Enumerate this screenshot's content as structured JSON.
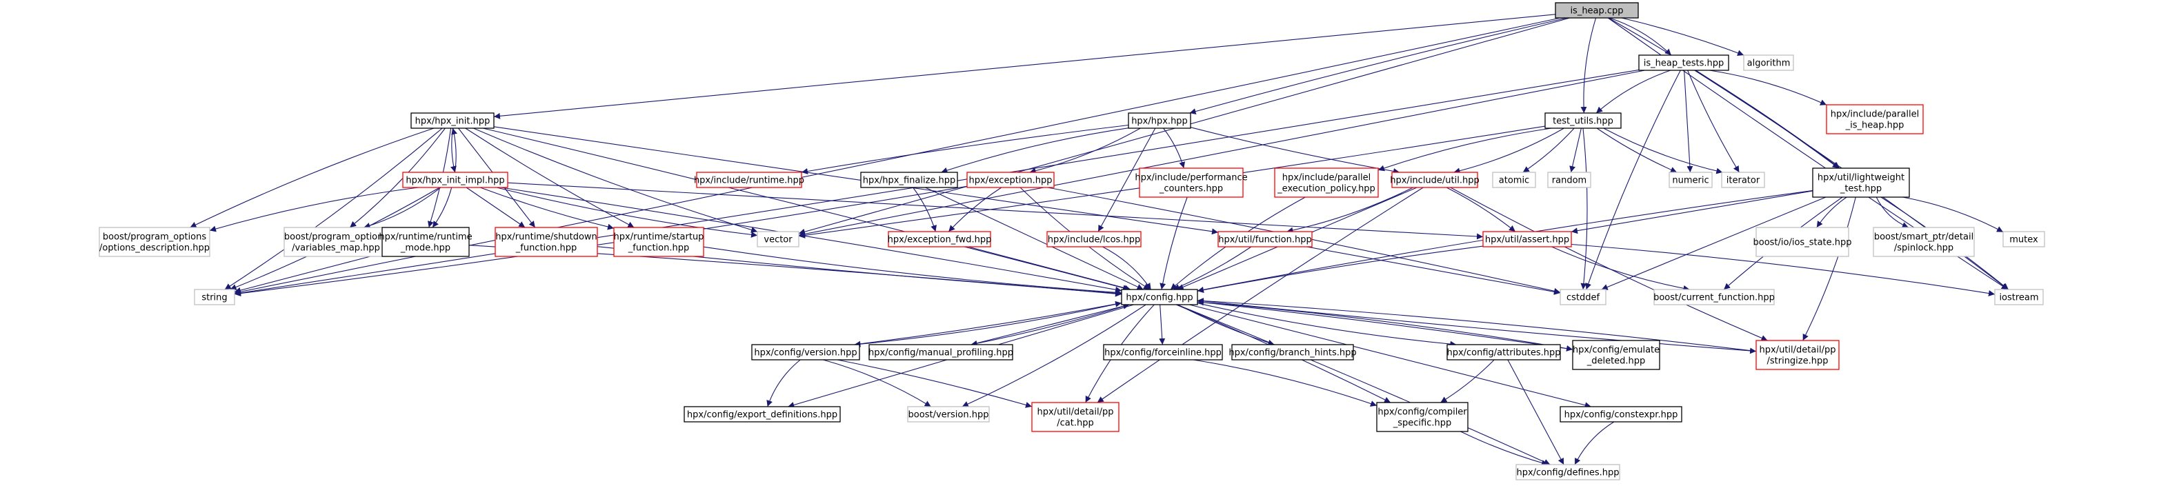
{
  "diagram": {
    "nodes": [
      {
        "id": "is_heap_cpp",
        "lines": [
          "is_heap.cpp"
        ],
        "style": "root"
      },
      {
        "id": "is_heap_tests",
        "lines": [
          "is_heap_tests.hpp"
        ],
        "style": "normal"
      },
      {
        "id": "algorithm",
        "lines": [
          "algorithm"
        ],
        "style": "gray"
      },
      {
        "id": "hpx_init",
        "lines": [
          "hpx/hpx_init.hpp"
        ],
        "style": "normal"
      },
      {
        "id": "hpx_hpx",
        "lines": [
          "hpx/hpx.hpp"
        ],
        "style": "normal"
      },
      {
        "id": "test_utils",
        "lines": [
          "test_utils.hpp"
        ],
        "style": "normal"
      },
      {
        "id": "parallel_is_heap",
        "lines": [
          "hpx/include/parallel",
          "_is_heap.hpp"
        ],
        "style": "red"
      },
      {
        "id": "lightweight_test",
        "lines": [
          "hpx/util/lightweight",
          "_test.hpp"
        ],
        "style": "normal"
      },
      {
        "id": "hpx_init_impl",
        "lines": [
          "hpx/hpx_init_impl.hpp"
        ],
        "style": "red"
      },
      {
        "id": "include_runtime",
        "lines": [
          "hpx/include/runtime.hpp"
        ],
        "style": "red"
      },
      {
        "id": "hpx_finalize",
        "lines": [
          "hpx/hpx_finalize.hpp"
        ],
        "style": "normal"
      },
      {
        "id": "exception",
        "lines": [
          "hpx/exception.hpp"
        ],
        "style": "red"
      },
      {
        "id": "perf_counters",
        "lines": [
          "hpx/include/performance",
          "_counters.hpp"
        ],
        "style": "red"
      },
      {
        "id": "exec_policy",
        "lines": [
          "hpx/include/parallel",
          "_execution_policy.hpp"
        ],
        "style": "red"
      },
      {
        "id": "include_util",
        "lines": [
          "hpx/include/util.hpp"
        ],
        "style": "red"
      },
      {
        "id": "atomic",
        "lines": [
          "atomic"
        ],
        "style": "gray"
      },
      {
        "id": "random",
        "lines": [
          "random"
        ],
        "style": "gray"
      },
      {
        "id": "numeric",
        "lines": [
          "numeric"
        ],
        "style": "gray"
      },
      {
        "id": "iterator",
        "lines": [
          "iterator"
        ],
        "style": "gray"
      },
      {
        "id": "options_description",
        "lines": [
          "boost/program_options",
          "/options_description.hpp"
        ],
        "style": "gray"
      },
      {
        "id": "variables_map",
        "lines": [
          "boost/program_options",
          "/variables_map.hpp"
        ],
        "style": "gray"
      },
      {
        "id": "runtime_mode",
        "lines": [
          "hpx/runtime/runtime",
          "_mode.hpp"
        ],
        "style": "normal"
      },
      {
        "id": "shutdown_function",
        "lines": [
          "hpx/runtime/shutdown",
          "_function.hpp"
        ],
        "style": "red"
      },
      {
        "id": "startup_function",
        "lines": [
          "hpx/runtime/startup",
          "_function.hpp"
        ],
        "style": "red"
      },
      {
        "id": "vector",
        "lines": [
          "vector"
        ],
        "style": "gray"
      },
      {
        "id": "exception_fwd",
        "lines": [
          "hpx/exception_fwd.hpp"
        ],
        "style": "red"
      },
      {
        "id": "include_lcos",
        "lines": [
          "hpx/include/lcos.hpp"
        ],
        "style": "red"
      },
      {
        "id": "util_function",
        "lines": [
          "hpx/util/function.hpp"
        ],
        "style": "red"
      },
      {
        "id": "util_assert",
        "lines": [
          "hpx/util/assert.hpp"
        ],
        "style": "red"
      },
      {
        "id": "ios_state",
        "lines": [
          "boost/io/ios_state.hpp"
        ],
        "style": "gray"
      },
      {
        "id": "spinlock",
        "lines": [
          "boost/smart_ptr/detail",
          "/spinlock.hpp"
        ],
        "style": "gray"
      },
      {
        "id": "mutex",
        "lines": [
          "mutex"
        ],
        "style": "gray"
      },
      {
        "id": "string",
        "lines": [
          "string"
        ],
        "style": "gray"
      },
      {
        "id": "config",
        "lines": [
          "hpx/config.hpp"
        ],
        "style": "normal"
      },
      {
        "id": "cstddef",
        "lines": [
          "cstddef"
        ],
        "style": "gray"
      },
      {
        "id": "current_function",
        "lines": [
          "boost/current_function.hpp"
        ],
        "style": "gray"
      },
      {
        "id": "iostream",
        "lines": [
          "iostream"
        ],
        "style": "gray"
      },
      {
        "id": "stringize",
        "lines": [
          "hpx/util/detail/pp",
          "/stringize.hpp"
        ],
        "style": "red"
      },
      {
        "id": "config_version",
        "lines": [
          "hpx/config/version.hpp"
        ],
        "style": "normal"
      },
      {
        "id": "manual_profiling",
        "lines": [
          "hpx/config/manual_profiling.hpp"
        ],
        "style": "normal"
      },
      {
        "id": "forceinline",
        "lines": [
          "hpx/config/forceinline.hpp"
        ],
        "style": "normal"
      },
      {
        "id": "branch_hints",
        "lines": [
          "hpx/config/branch_hints.hpp"
        ],
        "style": "normal"
      },
      {
        "id": "attributes",
        "lines": [
          "hpx/config/attributes.hpp"
        ],
        "style": "normal"
      },
      {
        "id": "emulate_deleted",
        "lines": [
          "hpx/config/emulate",
          "_deleted.hpp"
        ],
        "style": "normal"
      },
      {
        "id": "export_definitions",
        "lines": [
          "hpx/config/export_definitions.hpp"
        ],
        "style": "normal"
      },
      {
        "id": "boost_version",
        "lines": [
          "boost/version.hpp"
        ],
        "style": "gray"
      },
      {
        "id": "pp_cat",
        "lines": [
          "hpx/util/detail/pp",
          "/cat.hpp"
        ],
        "style": "red"
      },
      {
        "id": "compiler_specific",
        "lines": [
          "hpx/config/compiler",
          "_specific.hpp"
        ],
        "style": "normal"
      },
      {
        "id": "constexpr",
        "lines": [
          "hpx/config/constexpr.hpp"
        ],
        "style": "normal"
      },
      {
        "id": "defines",
        "lines": [
          "hpx/config/defines.hpp"
        ],
        "style": "gray"
      }
    ],
    "edges": [
      [
        "is_heap_cpp",
        "is_heap_tests"
      ],
      [
        "is_heap_cpp",
        "algorithm"
      ],
      [
        "is_heap_cpp",
        "hpx_init"
      ],
      [
        "is_heap_cpp",
        "hpx_hpx"
      ],
      [
        "is_heap_cpp",
        "test_utils"
      ],
      [
        "is_heap_cpp",
        "lightweight_test"
      ],
      [
        "is_heap_cpp",
        "string"
      ],
      [
        "is_heap_cpp",
        "vector"
      ],
      [
        "is_heap_cpp",
        "iostream"
      ],
      [
        "is_heap_tests",
        "test_utils"
      ],
      [
        "is_heap_tests",
        "parallel_is_heap"
      ],
      [
        "is_heap_tests",
        "lightweight_test"
      ],
      [
        "is_heap_tests",
        "numeric"
      ],
      [
        "is_heap_tests",
        "iterator"
      ],
      [
        "is_heap_tests",
        "cstddef"
      ],
      [
        "is_heap_tests",
        "iostream"
      ],
      [
        "is_heap_tests",
        "string"
      ],
      [
        "is_heap_tests",
        "vector"
      ],
      [
        "hpx_init",
        "hpx_init_impl"
      ],
      [
        "hpx_init",
        "options_description"
      ],
      [
        "hpx_init",
        "variables_map"
      ],
      [
        "hpx_init",
        "runtime_mode"
      ],
      [
        "hpx_init",
        "shutdown_function"
      ],
      [
        "hpx_init",
        "startup_function"
      ],
      [
        "hpx_init",
        "vector"
      ],
      [
        "hpx_init",
        "string"
      ],
      [
        "hpx_init",
        "config"
      ],
      [
        "hpx_init",
        "util_function"
      ],
      [
        "hpx_init_impl",
        "hpx_init"
      ],
      [
        "hpx_init_impl",
        "options_description"
      ],
      [
        "hpx_init_impl",
        "variables_map"
      ],
      [
        "hpx_init_impl",
        "runtime_mode"
      ],
      [
        "hpx_init_impl",
        "shutdown_function"
      ],
      [
        "hpx_init_impl",
        "startup_function"
      ],
      [
        "hpx_init_impl",
        "vector"
      ],
      [
        "hpx_init_impl",
        "string"
      ],
      [
        "hpx_init_impl",
        "config"
      ],
      [
        "hpx_init_impl",
        "util_assert"
      ],
      [
        "hpx_hpx",
        "include_runtime"
      ],
      [
        "hpx_hpx",
        "hpx_finalize"
      ],
      [
        "hpx_hpx",
        "exception"
      ],
      [
        "hpx_hpx",
        "perf_counters"
      ],
      [
        "hpx_hpx",
        "include_lcos"
      ],
      [
        "hpx_hpx",
        "include_util"
      ],
      [
        "test_utils",
        "exec_policy"
      ],
      [
        "test_utils",
        "include_util"
      ],
      [
        "test_utils",
        "atomic"
      ],
      [
        "test_utils",
        "random"
      ],
      [
        "test_utils",
        "numeric"
      ],
      [
        "test_utils",
        "iterator"
      ],
      [
        "test_utils",
        "cstddef"
      ],
      [
        "test_utils",
        "vector"
      ],
      [
        "lightweight_test",
        "util_assert"
      ],
      [
        "lightweight_test",
        "ios_state"
      ],
      [
        "lightweight_test",
        "spinlock"
      ],
      [
        "lightweight_test",
        "mutex"
      ],
      [
        "lightweight_test",
        "iostream"
      ],
      [
        "lightweight_test",
        "cstddef"
      ],
      [
        "lightweight_test",
        "current_function"
      ],
      [
        "lightweight_test",
        "config"
      ],
      [
        "lightweight_test",
        "stringize"
      ],
      [
        "hpx_finalize",
        "exception_fwd"
      ],
      [
        "hpx_finalize",
        "config"
      ],
      [
        "exception",
        "exception_fwd"
      ],
      [
        "exception",
        "config"
      ],
      [
        "exception",
        "string"
      ],
      [
        "exception",
        "cstddef"
      ],
      [
        "exception_fwd",
        "config"
      ],
      [
        "perf_counters",
        "config"
      ],
      [
        "exec_policy",
        "config"
      ],
      [
        "include_util",
        "util_function"
      ],
      [
        "include_util",
        "util_assert"
      ],
      [
        "include_util",
        "config"
      ],
      [
        "include_util",
        "pp_cat"
      ],
      [
        "include_util",
        "stringize"
      ],
      [
        "include_lcos",
        "config"
      ],
      [
        "util_function",
        "config"
      ],
      [
        "util_function",
        "cstddef"
      ],
      [
        "util_assert",
        "config"
      ],
      [
        "util_assert",
        "current_function"
      ],
      [
        "util_assert",
        "iostream"
      ],
      [
        "runtime_mode",
        "config"
      ],
      [
        "runtime_mode",
        "string"
      ],
      [
        "shutdown_function",
        "config"
      ],
      [
        "startup_function",
        "config"
      ],
      [
        "config",
        "config_version"
      ],
      [
        "config",
        "manual_profiling"
      ],
      [
        "config",
        "forceinline"
      ],
      [
        "config",
        "branch_hints"
      ],
      [
        "config",
        "attributes"
      ],
      [
        "config",
        "emulate_deleted"
      ],
      [
        "config",
        "compiler_specific"
      ],
      [
        "config",
        "constexpr"
      ],
      [
        "config",
        "stringize"
      ],
      [
        "config",
        "pp_cat"
      ],
      [
        "config",
        "boost_version"
      ],
      [
        "config",
        "defines"
      ],
      [
        "config",
        "export_definitions"
      ],
      [
        "config_version",
        "config"
      ],
      [
        "config_version",
        "export_definitions"
      ],
      [
        "config_version",
        "boost_version"
      ],
      [
        "config_version",
        "pp_cat"
      ],
      [
        "manual_profiling",
        "config"
      ],
      [
        "emulate_deleted",
        "config"
      ],
      [
        "stringize",
        "config"
      ],
      [
        "forceinline",
        "compiler_specific"
      ],
      [
        "attributes",
        "compiler_specific"
      ],
      [
        "attributes",
        "defines"
      ],
      [
        "compiler_specific",
        "defines"
      ],
      [
        "constexpr",
        "defines"
      ]
    ]
  },
  "colors": {
    "edge": "#191970",
    "gray_border": "#bfbfbf",
    "red_border": "#ff0000",
    "normal_border": "#000000",
    "root_fill": "#bfbfbf"
  }
}
